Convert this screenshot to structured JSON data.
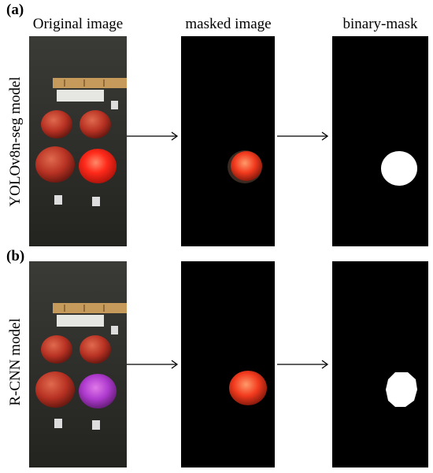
{
  "panels": {
    "a_label": "(a)",
    "b_label": "(b)"
  },
  "columns": {
    "original": "Original image",
    "masked": "masked image",
    "binary": "binary-mask"
  },
  "rows": {
    "a_model": "YOLOv8n-seg model",
    "b_model": "R-CNN model"
  },
  "colors": {
    "background": "#ffffff",
    "panel_black": "#000000",
    "tomato_red": "#c0392b",
    "bright_red": "#ff2a1a",
    "purple_overlay": "#b03cd0",
    "mask_white": "#ffffff",
    "ruler_wood": "#c69a5a"
  }
}
